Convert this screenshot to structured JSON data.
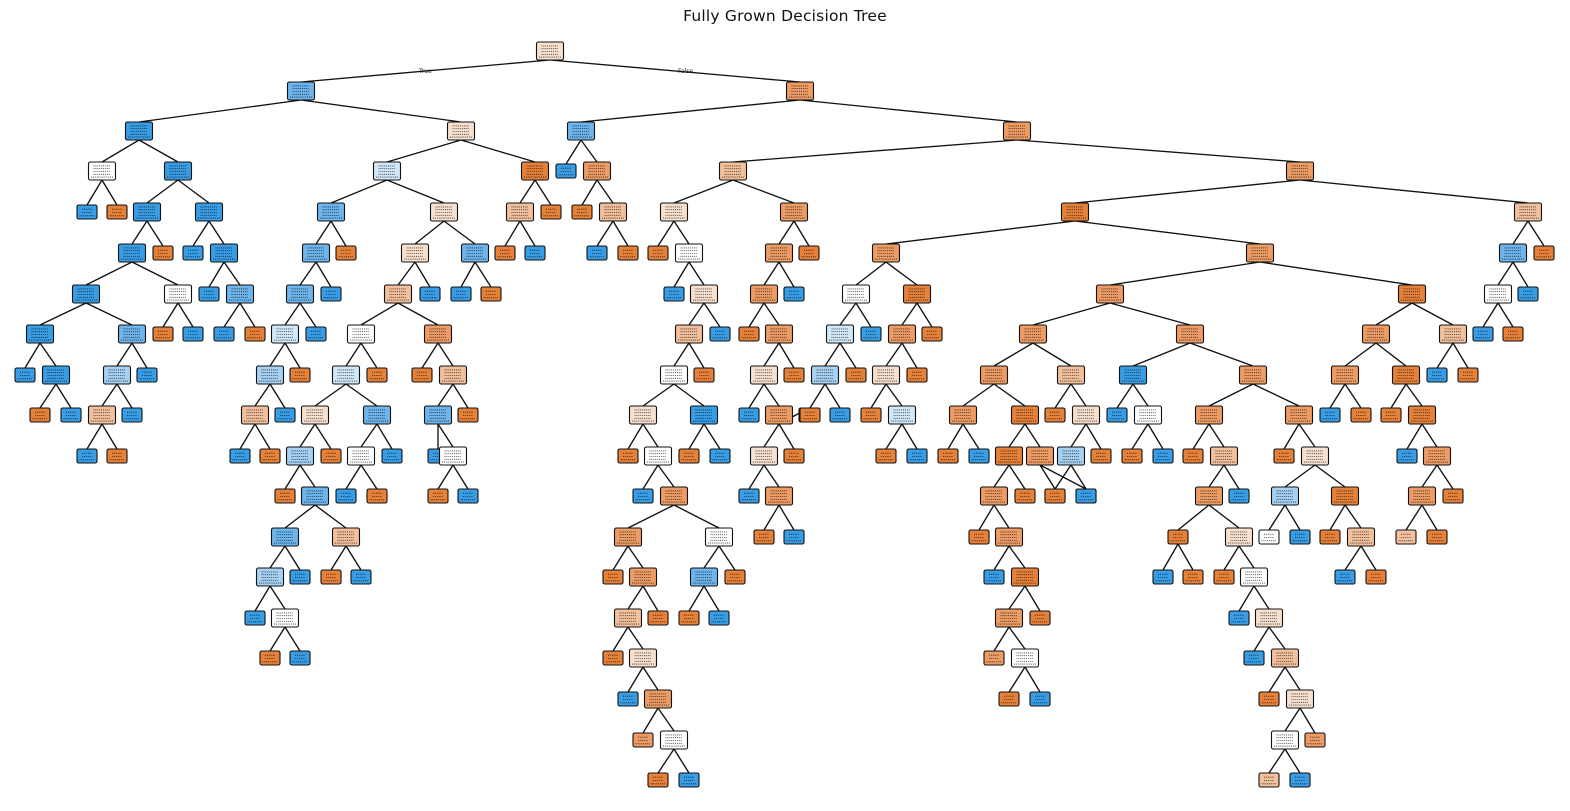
{
  "title": "Fully Grown Decision Tree",
  "colors": {
    "orange_strong": "#e58139",
    "orange_mid": "#ec9c64",
    "orange_light": "#f2c09c",
    "orange_pale": "#f8e0ce",
    "neutral": "#ffffff",
    "blue_pale": "#d1e8f9",
    "blue_light": "#a6d1f3",
    "blue_mid": "#6db5ec",
    "blue_strong": "#399de5",
    "edge": "#111111"
  },
  "edge_labels": {
    "root_left": "True",
    "root_right": "False"
  }
}
